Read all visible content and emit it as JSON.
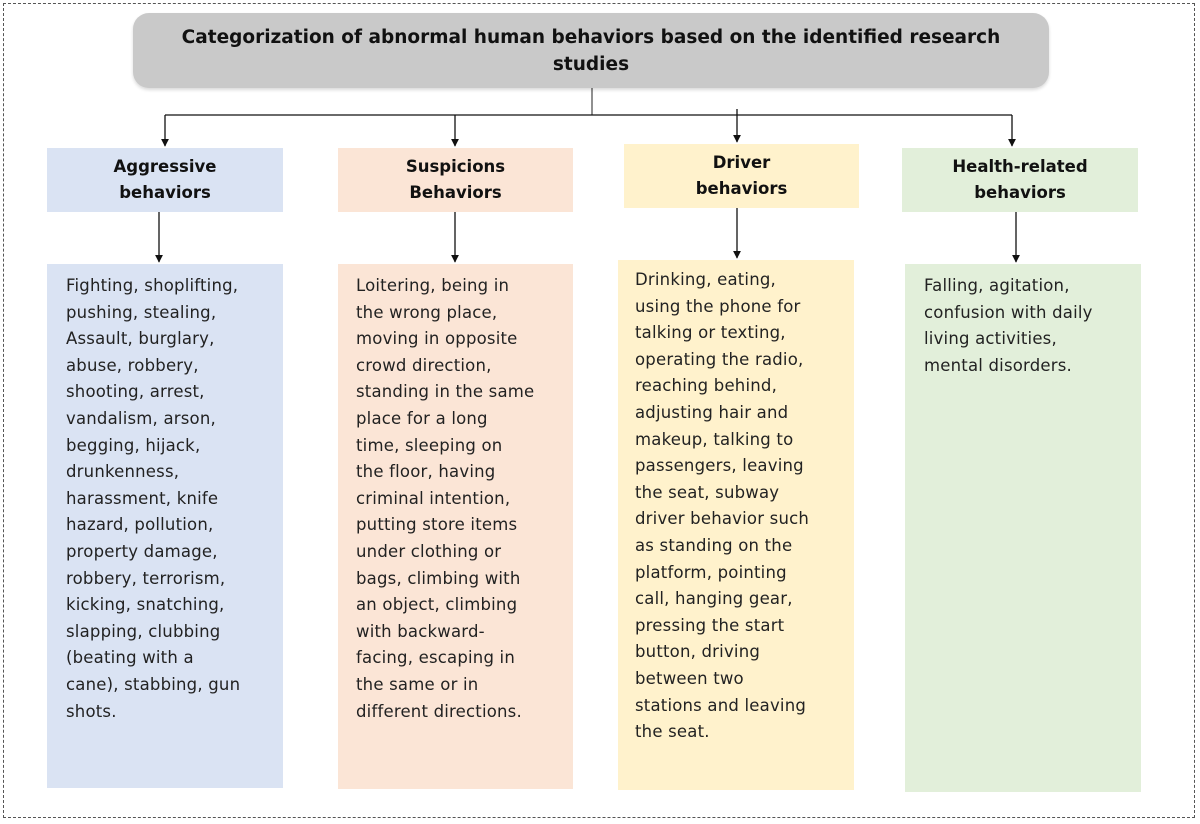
{
  "title": "Categorization of abnormal human behaviors based on the identified research\nstudies",
  "colors": {
    "title_bg": "#c9c9c9",
    "aggressive": "#dae3f3",
    "suspicious": "#fbe5d6",
    "driver": "#fff2cc",
    "health": "#e2efda"
  },
  "categories": [
    {
      "label": "Aggressive\nbehaviors",
      "description": "Fighting, shoplifting,\npushing, stealing,\nAssault, burglary,\nabuse, robbery,\nshooting, arrest,\n vandalism, arson,\nbegging, hijack,\ndrunkenness,\nharassment, knife\nhazard, pollution,\nproperty damage,\nrobbery, terrorism,\nkicking, snatching,\nslapping, clubbing\n(beating with a\ncane), stabbing, gun\nshots."
    },
    {
      "label": "Suspicions\nBehaviors",
      "description": "Loitering, being in\nthe wrong place,\nmoving in opposite\ncrowd direction,\nstanding in the same\nplace for a long\ntime, sleeping on\nthe floor, having\ncriminal intention,\nputting store items\nunder clothing or\nbags, climbing with\nan object, climbing\nwith backward-\nfacing, escaping in\nthe same or in\ndifferent directions."
    },
    {
      "label": "Driver\nbehaviors",
      "description": "Drinking, eating,\nusing the phone for\ntalking or texting,\noperating the radio,\nreaching behind,\nadjusting hair and\nmakeup, talking to\npassengers, leaving\nthe seat, subway\ndriver behavior such\nas standing on the\nplatform, pointing\ncall, hanging gear,\npressing the start\nbutton, driving\nbetween two\nstations and leaving\nthe seat."
    },
    {
      "label": "Health-related\nbehaviors",
      "description": "Falling, agitation,\nconfusion with daily\nliving activities,\nmental disorders."
    }
  ]
}
